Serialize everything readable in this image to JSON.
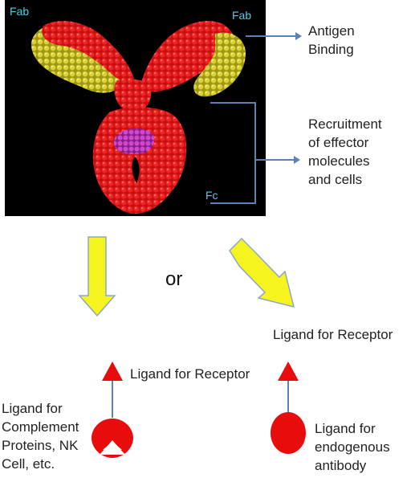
{
  "figure": {
    "fab_left_label": "Fab",
    "fab_right_label": "Fab",
    "fc_label": "Fc",
    "antigen_binding": "Antigen\nBinding",
    "recruitment": "Recruitment\nof effector\nmolecules\nand cells",
    "or_label": "or",
    "ligand_receptor_top": "Ligand for Receptor",
    "ligand_receptor_middle": "Ligand for Receptor",
    "ligand_complement": "Ligand for\nComplement\nProteins, NK\nCell, etc.",
    "ligand_endogenous": "Ligand for\nendogenous\nantibody"
  },
  "colors": {
    "background": "#ffffff",
    "panel_bg": "#000000",
    "heavy_chain": "#d81414",
    "light_chain": "#c9c02c",
    "carbohydrate": "#c23bbf",
    "label_cyan": "#41d2e6",
    "connector_blue": "#5b82b8",
    "yellow_arrow": "#f6f41e",
    "arrow_outline": "#8aa8c8",
    "ligand_red": "#e80c0c"
  },
  "icons": {
    "antibody": "antibody-structure-icon",
    "pacman": "complement-receptor-shape-icon",
    "oval": "endogenous-antibody-shape-icon",
    "triangle": "receptor-triangle-icon"
  }
}
